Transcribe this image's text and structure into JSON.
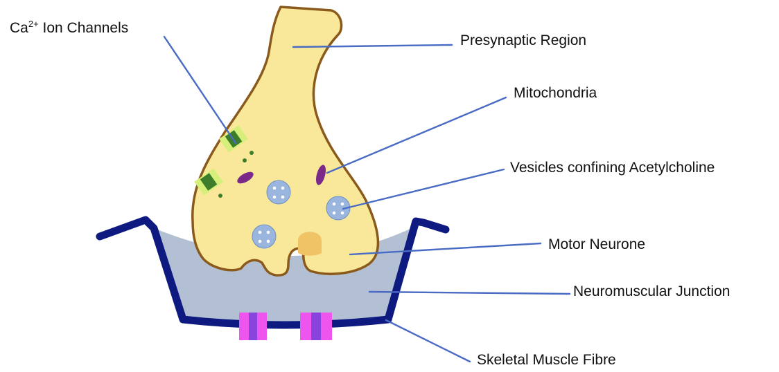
{
  "labels": {
    "ca_ion_channels": {
      "prefix": "Ca",
      "superscript": "2+",
      "suffix": " Ion Channels"
    },
    "presynaptic_region": "Presynaptic Region",
    "mitochondria": "Mitochondria",
    "vesicles": "Vesicles confining Acetylcholine",
    "motor_neurone": "Motor Neurone",
    "neuromuscular_junction": "Neuromuscular Junction",
    "skeletal_muscle_fibre": "Skeletal Muscle Fibre"
  },
  "colors": {
    "neuron_fill": "#fae89a",
    "neuron_outline": "#8a5a1c",
    "cleft_fill": "#b3c0d3",
    "muscle_outline": "#0e1a80",
    "leader_line": "#4a6bc4",
    "channel_light": "#d6ef7a",
    "channel_dark": "#3d7c2a",
    "mitochondria": "#7b2a8a",
    "vesicle": "#9ab6de",
    "receptor_outer": "#ee55ee",
    "receptor_inner": "#8844dd",
    "bud": "#f0c466"
  }
}
